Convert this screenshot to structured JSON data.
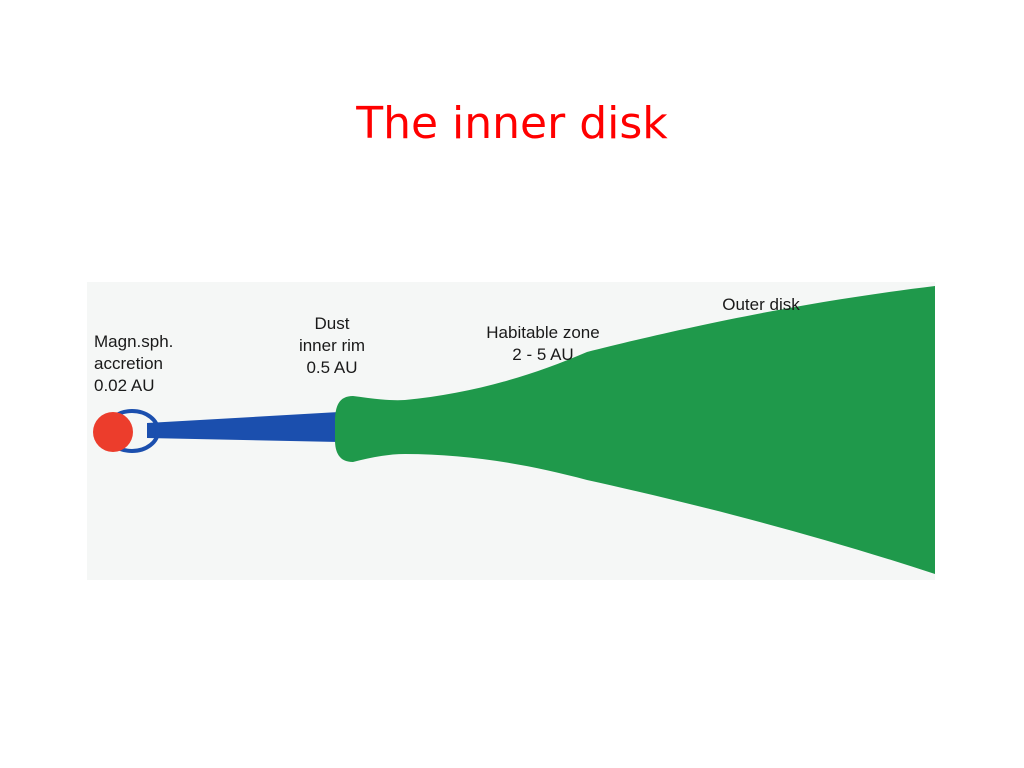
{
  "slide": {
    "title": "The inner disk",
    "title_color": "#ff0000"
  },
  "diagram": {
    "background_color": "#f5f7f6",
    "colors": {
      "star": "#ec3d2c",
      "magnetosphere_loop": "#1b4fae",
      "inner_gas_disk": "#1b4fae",
      "dust_disk": "#1f994b"
    },
    "labels": {
      "magnetospheric_accretion": [
        "Magn.sph.",
        "accretion",
        "0.02 AU"
      ],
      "dust_inner_rim": [
        "Dust",
        "inner rim",
        "0.5 AU"
      ],
      "habitable_zone": [
        "Habitable zone",
        "2 - 5 AU"
      ],
      "outer_disk": [
        "Outer disk"
      ]
    }
  }
}
